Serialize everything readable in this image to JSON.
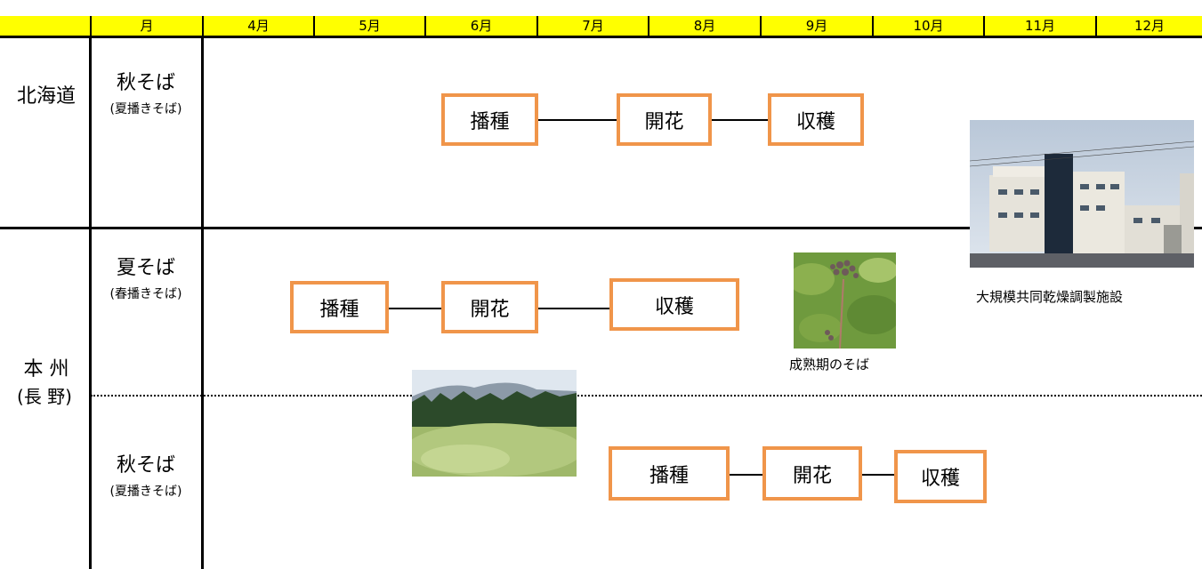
{
  "header": {
    "corner_label": "月",
    "months": [
      "4月",
      "5月",
      "6月",
      "7月",
      "8月",
      "9月",
      "10月",
      "11月",
      "12月"
    ]
  },
  "regions": {
    "hokkaido": "北海道",
    "honshu": "本 州",
    "honshu_sub": "(長 野)"
  },
  "crops": {
    "hokkaido_autumn": {
      "name": "秋そば",
      "sub": "(夏播きそば)"
    },
    "honshu_summer": {
      "name": "夏そば",
      "sub": "(春播きそば)"
    },
    "honshu_autumn": {
      "name": "秋そば",
      "sub": "(夏播きそば)"
    }
  },
  "stages": {
    "sowing": "播種",
    "flowering": "開花",
    "harvest": "収穫"
  },
  "photos": {
    "facility_caption": "大規模共同乾燥調製施設",
    "mature_caption": "成熟期のそば"
  },
  "colors": {
    "header_bg": "#ffff00",
    "stage_border": "#f0954a"
  }
}
